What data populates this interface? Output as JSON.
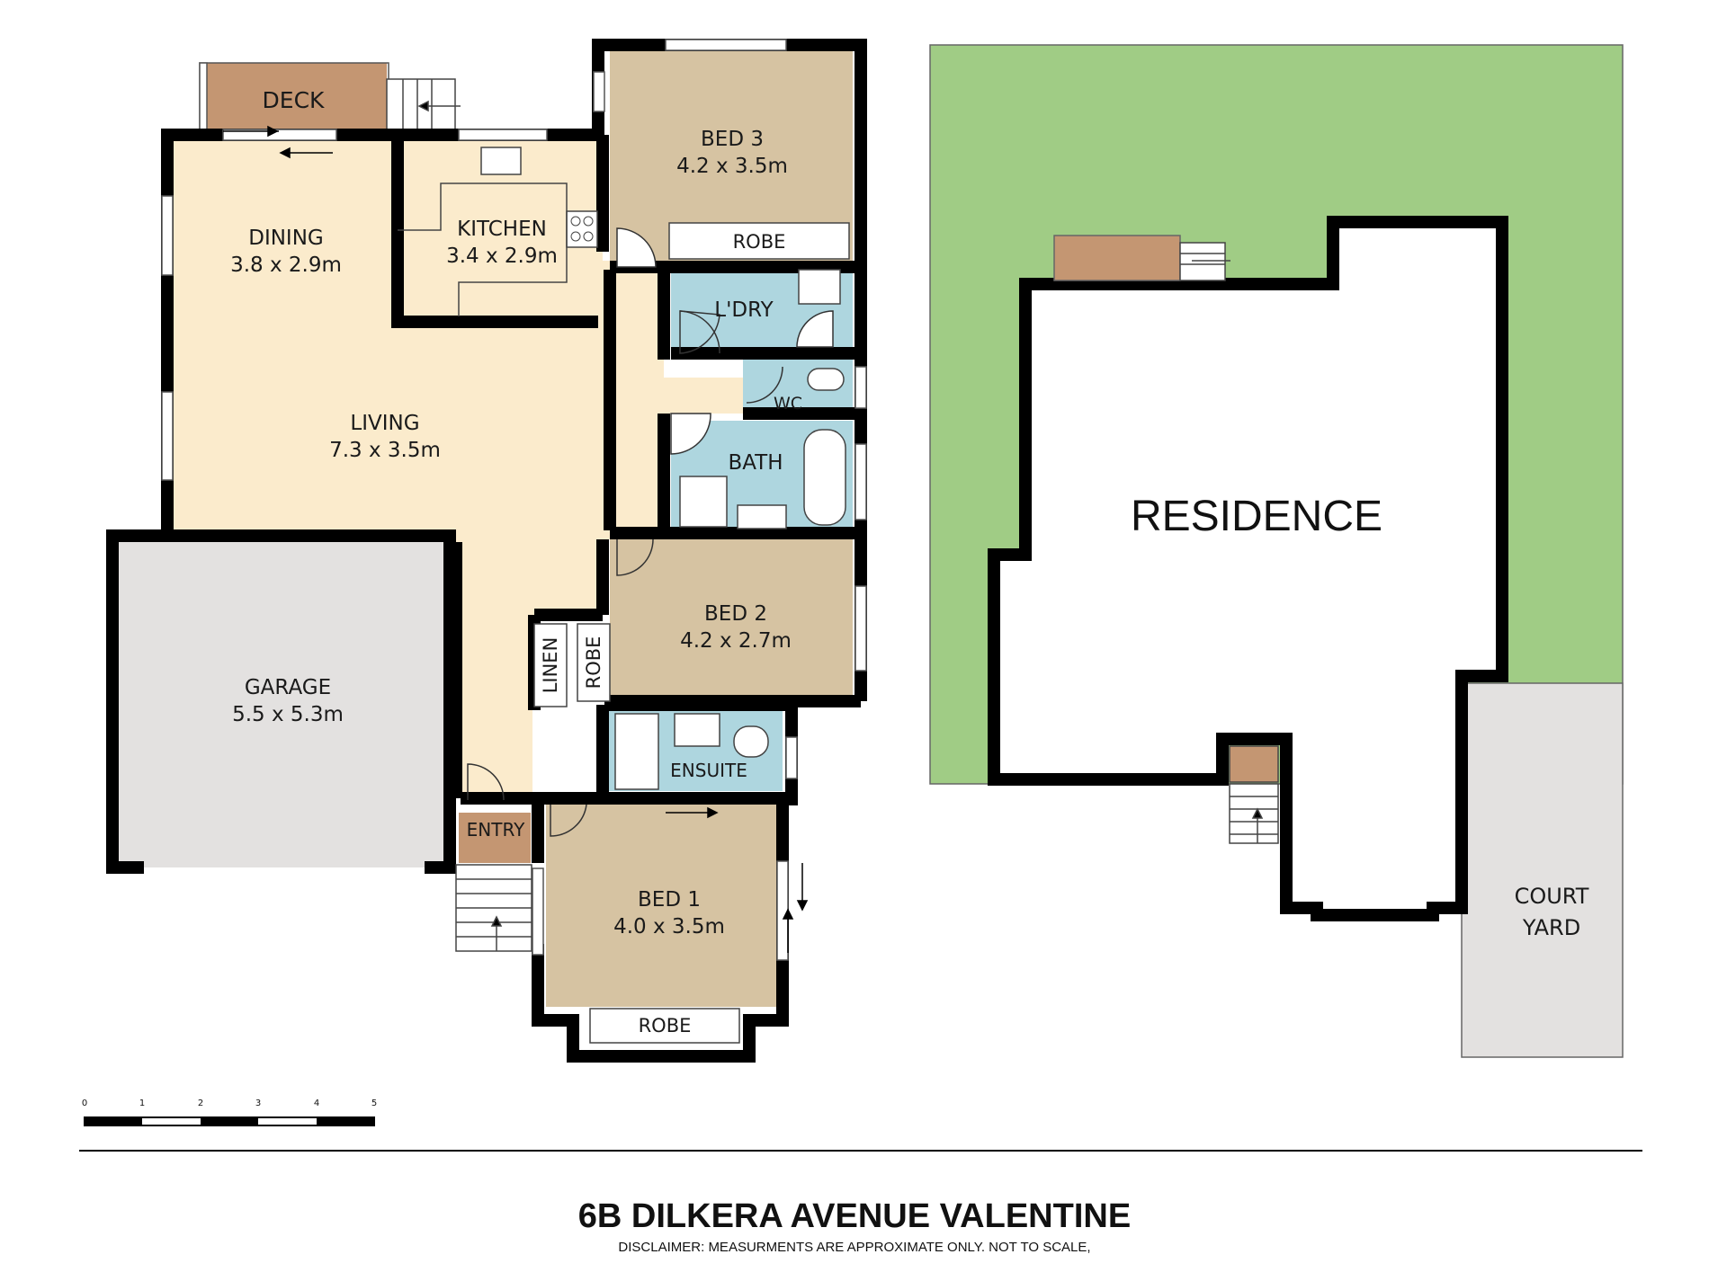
{
  "rooms": {
    "deck": "DECK",
    "bed3_name": "BED 3",
    "bed3_size": "4.2 x 3.5m",
    "dining_name": "DINING",
    "dining_size": "3.8 x 2.9m",
    "kitchen_name": "KITCHEN",
    "kitchen_size": "3.4 x 2.9m",
    "robe3": "ROBE",
    "laundry": "L'DRY",
    "wc": "WC",
    "bath": "BATH",
    "living_name": "LIVING",
    "living_size": "7.3 x 3.5m",
    "bed2_name": "BED 2",
    "bed2_size": "4.2 x 2.7m",
    "linen": "LINEN",
    "robe2": "ROBE",
    "garage_name": "GARAGE",
    "garage_size": "5.5 x 5.3m",
    "ensuite": "ENSUITE",
    "entry": "ENTRY",
    "bed1_name": "BED 1",
    "bed1_size": "4.0 x 3.5m",
    "robe1": "ROBE"
  },
  "site": {
    "residence": "RESIDENCE",
    "courtyard_line1": "COURT",
    "courtyard_line2": "YARD"
  },
  "scale_bar": {
    "ticks": [
      "0",
      "1",
      "2",
      "3",
      "4",
      "5"
    ]
  },
  "footer": {
    "address": "6B DILKERA AVENUE VALENTINE",
    "disclaimer": "DISCLAIMER: MEASURMENTS ARE APPROXIMATE ONLY. NOT TO SCALE,"
  },
  "colors": {
    "living": "#fbebcc",
    "bedroom": "#d6c3a2",
    "wet": "#aed6df",
    "garage": "#e3e1e0",
    "deck": "#c49672",
    "grass": "#a0cc85",
    "courtyard": "#e3e1e0"
  }
}
